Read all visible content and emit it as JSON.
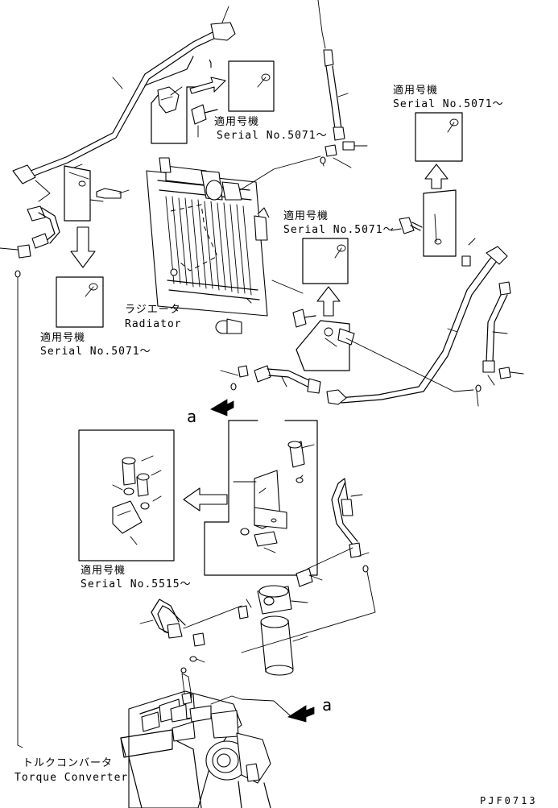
{
  "labels": {
    "applicable_jp": "適用号機",
    "serial_5071": "Serial No.5071～",
    "serial_5515": "Serial No.5515～",
    "radiator_jp": "ラジエータ",
    "radiator_en": "Radiator",
    "torque_jp": "トルクコンバータ",
    "torque_en": "Torque Converter",
    "ref_a": "a",
    "drawing_code": "PJF0713"
  }
}
